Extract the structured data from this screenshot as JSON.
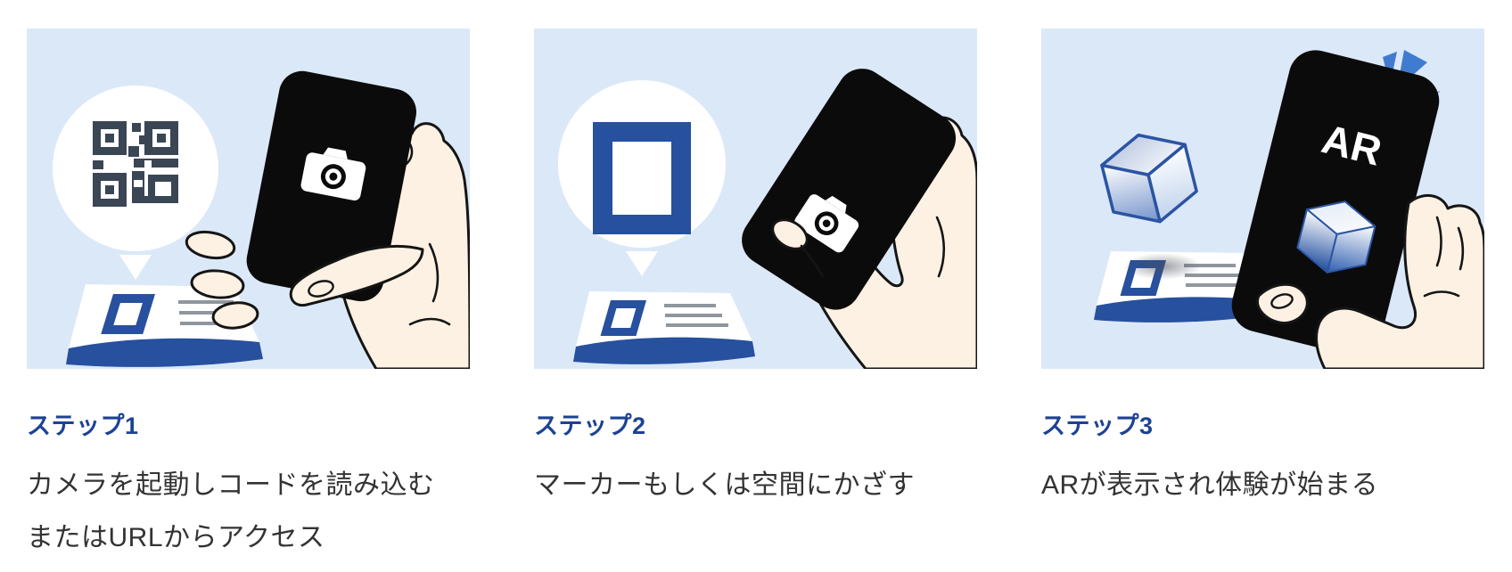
{
  "colors": {
    "card_bg": "#dbe8f8",
    "brand_blue": "#27509e",
    "title_blue": "#1d4294",
    "qr_dark": "#3a4654",
    "accent_blue": "#3f7cd0",
    "text": "#333333",
    "skin": "#fdf1e3",
    "phone": "#0b0b0b",
    "line_gray": "#8f969e"
  },
  "steps": [
    {
      "label": "ステップ1",
      "description": "カメラを起動しコードを読み込む\nまたはURLからアクセス",
      "illustration_icons": [
        "qr-code-icon",
        "speech-balloon",
        "marker-card",
        "smartphone",
        "camera-icon",
        "hand"
      ]
    },
    {
      "label": "ステップ2",
      "description": "マーカーもしくは空間にかざす",
      "illustration_icons": [
        "marker-icon",
        "speech-balloon",
        "marker-card",
        "smartphone",
        "camera-icon",
        "hand"
      ]
    },
    {
      "label": "ステップ3",
      "description": "ARが表示され体験が始まる",
      "phone_label": "AR",
      "illustration_icons": [
        "cube-icon",
        "marker-card",
        "smartphone",
        "sparkle-icon",
        "hand"
      ]
    }
  ]
}
